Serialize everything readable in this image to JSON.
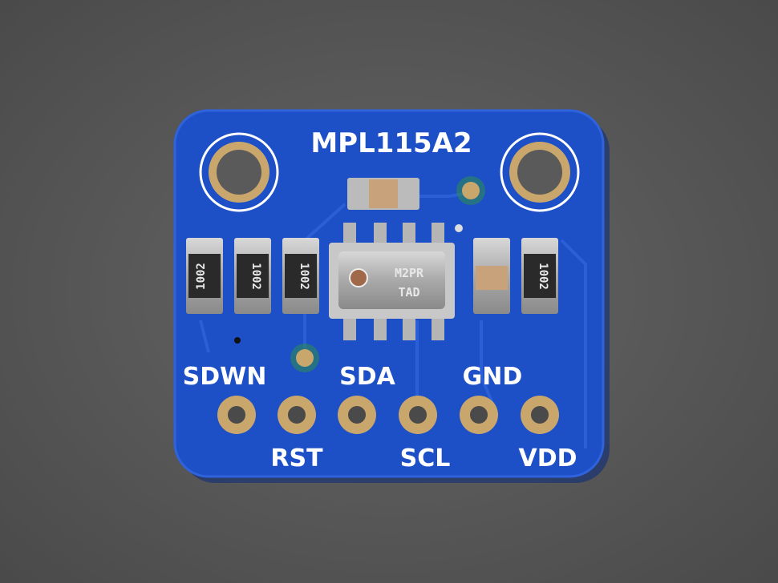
{
  "board": {
    "title": "MPL115A2",
    "chip_marking": [
      "M2PR",
      "TAD"
    ],
    "resistor_marking": "1002",
    "pin_labels_top": [
      "SDWN",
      "SDA",
      "GND"
    ],
    "pin_labels_bottom": [
      "RST",
      "SCL",
      "VDD"
    ]
  },
  "colors": {
    "background": "#5b5b5b",
    "pcb": "#1d4fc6",
    "gold": "#c9a66b",
    "silkscreen": "#ffffff"
  }
}
